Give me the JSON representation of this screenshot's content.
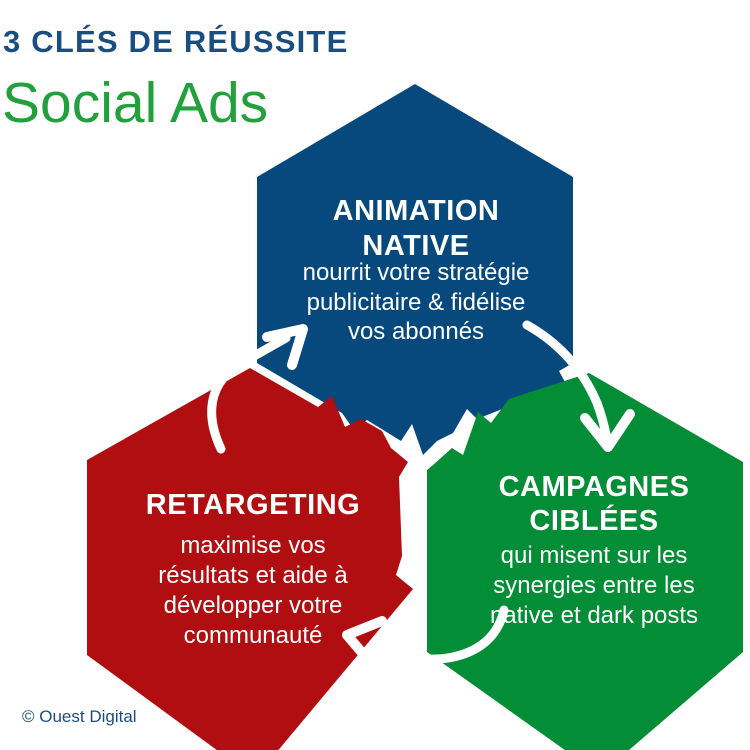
{
  "title": {
    "heading": "3 CLÉS DE RÉUSSITE",
    "subtitle": "Social Ads"
  },
  "footer": {
    "credit": "© Ouest Digital"
  },
  "colors": {
    "heading_navy": "#1B4E80",
    "subtitle_green": "#21A03C",
    "hex_blue": "#07497C",
    "hex_red": "#B10E12",
    "hex_green": "#038D37",
    "text_white": "#FFFFFF",
    "background": "#FFFFFF"
  },
  "diagram": {
    "nodes": [
      {
        "id": "animation-native",
        "position": "top",
        "color": "#07497C",
        "title_lines": [
          "ANIMATION",
          "NATIVE"
        ],
        "desc_lines": [
          "nourrit votre stratégie",
          "publicitaire & fidélise",
          "vos abonnés"
        ]
      },
      {
        "id": "retargeting",
        "position": "bottom-left",
        "color": "#B10E12",
        "title_lines": [
          "RETARGETING"
        ],
        "desc_lines": [
          "maximise vos",
          "résultats et aide à",
          "développer votre",
          "communauté"
        ]
      },
      {
        "id": "campagnes-ciblees",
        "position": "bottom-right",
        "color": "#038D37",
        "title_lines": [
          "CAMPAGNES",
          "CIBLÉES"
        ],
        "desc_lines": [
          "qui misent sur les",
          "synergies entre les",
          "native et dark posts"
        ]
      }
    ],
    "arrows": [
      {
        "name": "retargeting-to-animation",
        "direction": "up-right",
        "color": "#FFFFFF"
      },
      {
        "name": "animation-to-campagnes",
        "direction": "down-right",
        "color": "#FFFFFF"
      },
      {
        "name": "campagnes-to-retargeting",
        "direction": "left",
        "color": "#FFFFFF"
      }
    ]
  }
}
